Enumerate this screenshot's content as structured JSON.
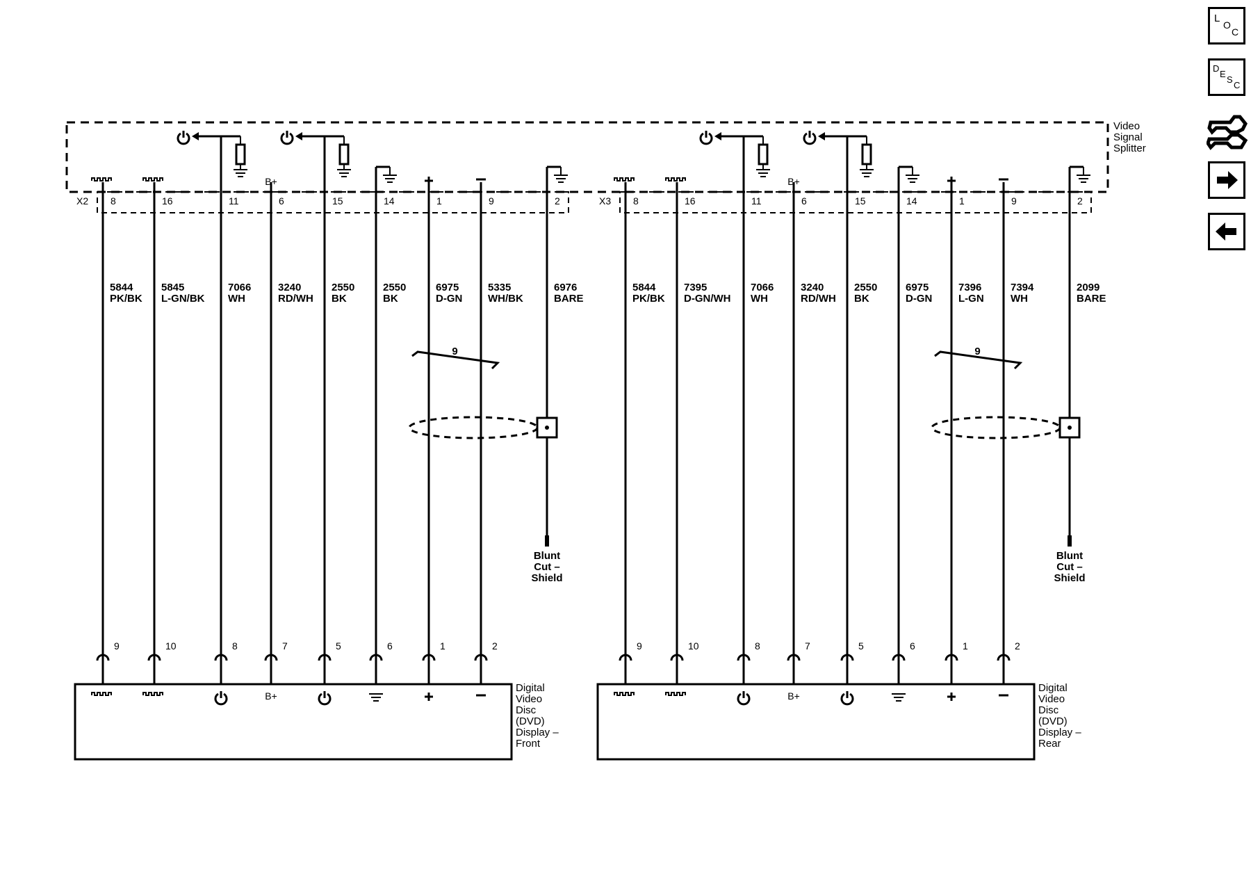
{
  "splitter": {
    "name_lines": [
      "Video",
      "Signal",
      "Splitter"
    ],
    "connectors": [
      "X2",
      "X3"
    ],
    "b_plus": "B+",
    "plus": "+",
    "minus": "–"
  },
  "circuits": [
    [
      {
        "cav": "8",
        "circuit": "5844",
        "color": "PK/BK",
        "dvd_pin": "9",
        "sym": "video"
      },
      {
        "cav": "16",
        "circuit": "5845",
        "color": "L-GN/BK",
        "dvd_pin": "10",
        "sym": "video"
      },
      {
        "cav": "11",
        "circuit": "7066",
        "color": "WH",
        "dvd_pin": "8",
        "sym": "power"
      },
      {
        "cav": "6",
        "circuit": "3240",
        "color": "RD/WH",
        "dvd_pin": "7",
        "sym": "bplus"
      },
      {
        "cav": "15",
        "circuit": "2550",
        "color": "BK",
        "dvd_pin": "5",
        "sym": "power"
      },
      {
        "cav": "14",
        "circuit": "2550",
        "color": "BK",
        "dvd_pin": "6",
        "sym": "ground"
      },
      {
        "cav": "1",
        "circuit": "6975",
        "color": "D-GN",
        "dvd_pin": "1",
        "sym": "plus"
      },
      {
        "cav": "9",
        "circuit": "5335",
        "color": "WH/BK",
        "dvd_pin": "2",
        "sym": "minus"
      },
      {
        "cav": "2",
        "circuit": "6976",
        "color": "BARE",
        "dvd_pin": "",
        "sym": "shield"
      }
    ],
    [
      {
        "cav": "8",
        "circuit": "5844",
        "color": "PK/BK",
        "dvd_pin": "9",
        "sym": "video"
      },
      {
        "cav": "16",
        "circuit": "7395",
        "color": "D-GN/WH",
        "dvd_pin": "10",
        "sym": "video"
      },
      {
        "cav": "11",
        "circuit": "7066",
        "color": "WH",
        "dvd_pin": "8",
        "sym": "power"
      },
      {
        "cav": "6",
        "circuit": "3240",
        "color": "RD/WH",
        "dvd_pin": "7",
        "sym": "bplus"
      },
      {
        "cav": "15",
        "circuit": "2550",
        "color": "BK",
        "dvd_pin": "5",
        "sym": "power"
      },
      {
        "cav": "14",
        "circuit": "6975",
        "color": "D-GN",
        "dvd_pin": "6",
        "sym": "ground"
      },
      {
        "cav": "1",
        "circuit": "7396",
        "color": "L-GN",
        "dvd_pin": "1",
        "sym": "plus"
      },
      {
        "cav": "9",
        "circuit": "7394",
        "color": "WH",
        "dvd_pin": "2",
        "sym": "minus"
      },
      {
        "cav": "2",
        "circuit": "2099",
        "color": "BARE",
        "dvd_pin": "",
        "sym": "shield"
      }
    ]
  ],
  "twist_count": "9",
  "shield_end_lines": [
    "Blunt",
    "Cut –",
    "Shield"
  ],
  "dvd_front_lines": [
    "Digital",
    "Video",
    "Disc",
    "(DVD)",
    "Display –",
    "Front"
  ],
  "dvd_rear_lines": [
    "Digital",
    "Video",
    "Disc",
    "(DVD)",
    "Display –",
    "Rear"
  ],
  "side_icons": {
    "loc": [
      "L",
      "O",
      "C"
    ],
    "desc": [
      "D",
      "E",
      "S",
      "C"
    ]
  }
}
